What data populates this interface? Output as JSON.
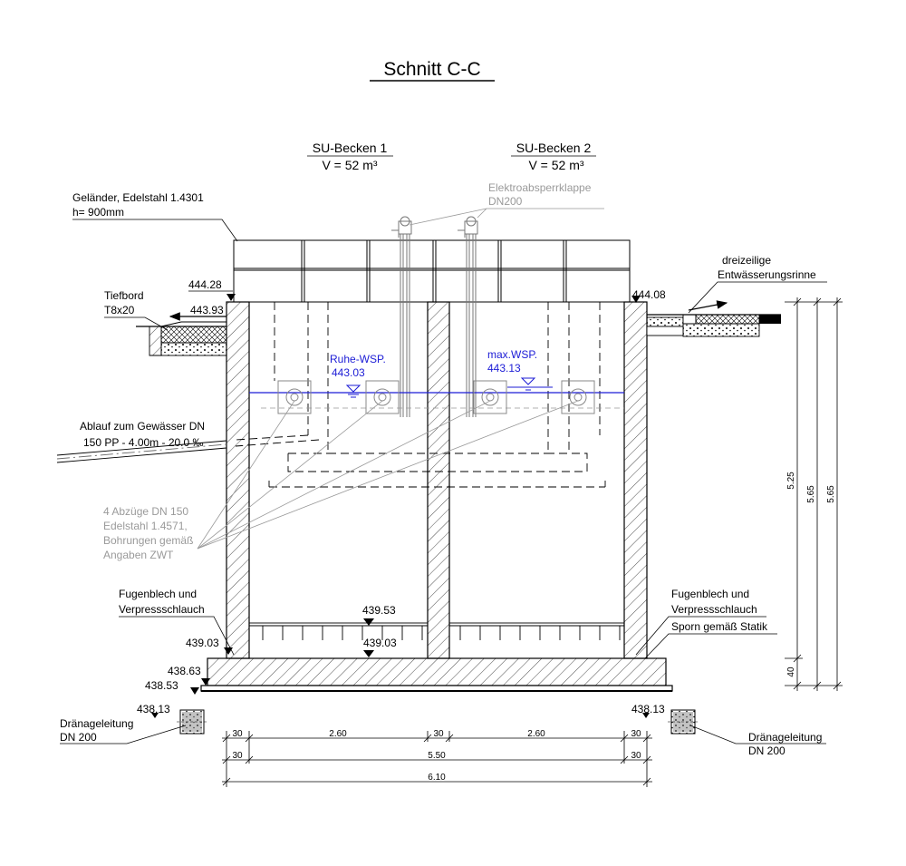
{
  "title": "Schnitt C-C",
  "basins": [
    {
      "name": "SU-Becken 1",
      "volume": "V = 52 m³"
    },
    {
      "name": "SU-Becken 2",
      "volume": "V = 52 m³"
    }
  ],
  "annotations": {
    "railing_1": "Geländer, Edelstahl 1.4301",
    "railing_2": "h= 900mm",
    "valve_1": "Elektroabsperrklappe",
    "valve_2": "DN200",
    "gutter_1": "dreizeilige",
    "gutter_2": "Entwässerungsrinne",
    "curb_1": "Tiefbord",
    "curb_2": "T8x20",
    "outlet_1": "Ablauf zum Gewässer DN",
    "outlet_2": "150 PP - 4.00m - 20.0 ‰",
    "drains_1": "4 Abzüge DN 150",
    "drains_2": "Edelstahl 1.4571,",
    "drains_3": "Bohrungen gemäß",
    "drains_4": "Angaben ZWT",
    "joint_l_1": "Fugenblech und",
    "joint_l_2": "Verpressschlauch",
    "joint_r_1": "Fugenblech und",
    "joint_r_2": "Verpressschlauch",
    "spur": "Sporn gemäß Statik",
    "drain_pipe_l_1": "Dränageleitung",
    "drain_pipe_l_2": "DN 200",
    "drain_pipe_r_1": "Dränageleitung",
    "drain_pipe_r_2": "DN 200"
  },
  "levels": {
    "top_left": "444.28",
    "curb": "443.93",
    "top_right": "444.08",
    "rest_wl_label": "Ruhe-WSP.",
    "rest_wl": "443.03",
    "max_wl_label": "max.WSP.",
    "max_wl": "443.13",
    "fill_top": "439.53",
    "floor_center": "439.03",
    "floor_left": "439.03",
    "slab_top": "438.63",
    "slab_bottom": "438.53",
    "drain_left": "438.13",
    "drain_right": "438.13"
  },
  "dimensions": {
    "bottom_row1": [
      "30",
      "2.60",
      "30",
      "2.60",
      "30"
    ],
    "bottom_row2": [
      "30",
      "5.50",
      "30"
    ],
    "bottom_row3": "6.10",
    "right_vertical": [
      "5.25",
      "5.65",
      "5.65",
      "40"
    ]
  },
  "colors": {
    "line": "#000000",
    "grey": "#9a9a9a",
    "water": "#1c1cd6"
  }
}
